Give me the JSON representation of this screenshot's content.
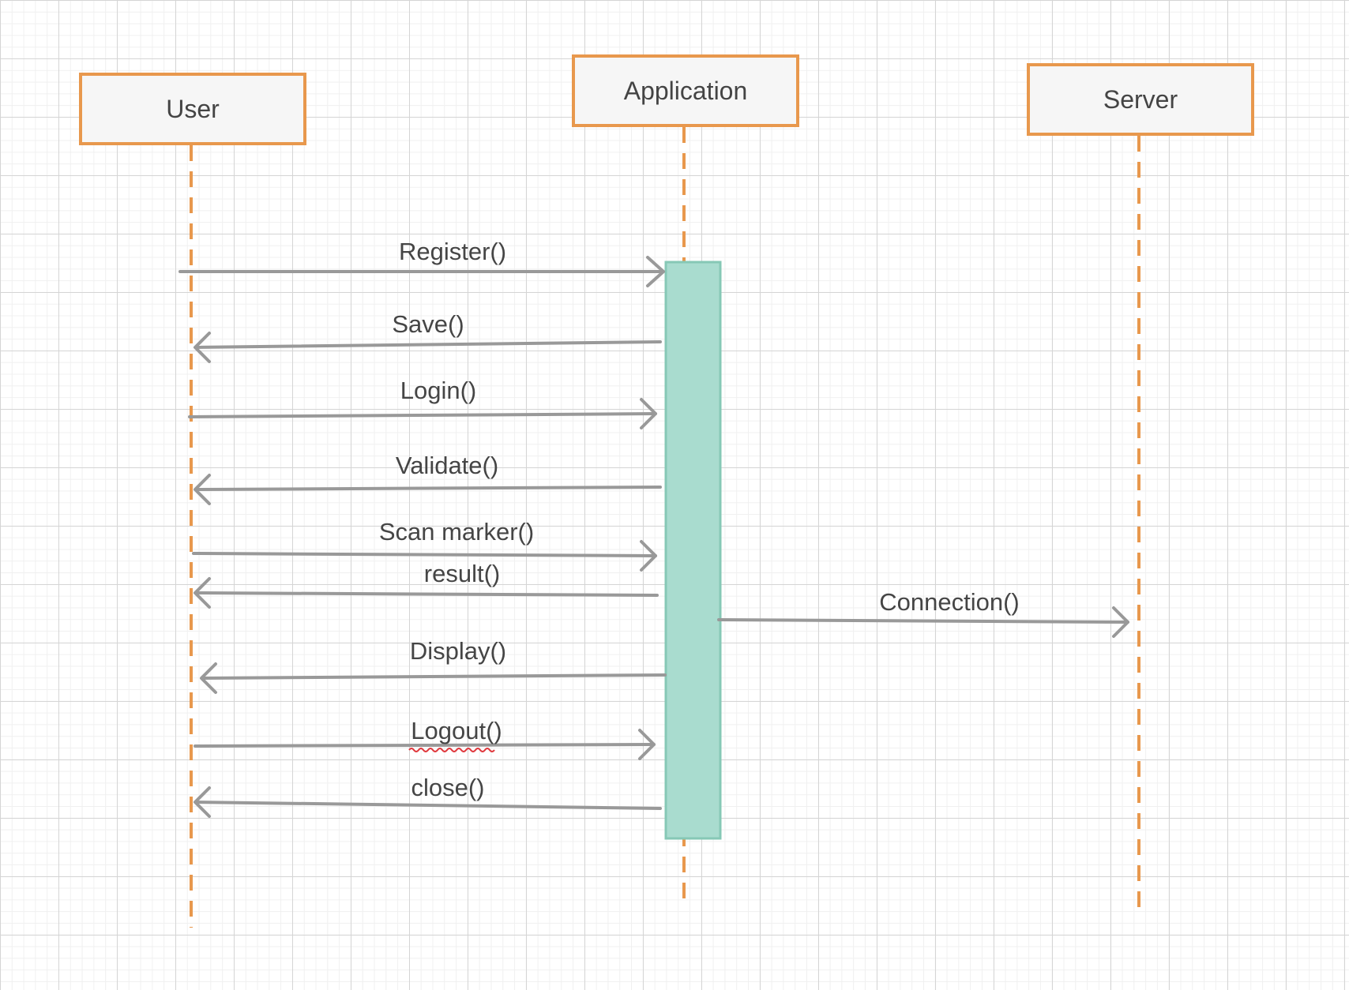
{
  "lifelines": [
    {
      "id": "user",
      "name": "User"
    },
    {
      "id": "app",
      "name": "Application"
    },
    {
      "id": "server",
      "name": "Server"
    }
  ],
  "messages": [
    {
      "id": "register",
      "label": "Register()",
      "from": "User",
      "to": "Application"
    },
    {
      "id": "save",
      "label": "Save()",
      "from": "Application",
      "to": "User"
    },
    {
      "id": "login",
      "label": "Login()",
      "from": "User",
      "to": "Application"
    },
    {
      "id": "validate",
      "label": "Validate()",
      "from": "Application",
      "to": "User"
    },
    {
      "id": "scan",
      "label": "Scan marker()",
      "from": "User",
      "to": "Application"
    },
    {
      "id": "result",
      "label": "result()",
      "from": "Application",
      "to": "User"
    },
    {
      "id": "connection",
      "label": "Connection()",
      "from": "Application",
      "to": "Server"
    },
    {
      "id": "display",
      "label": "Display()",
      "from": "Application",
      "to": "User"
    },
    {
      "id": "logout",
      "label": "Logout()",
      "from": "User",
      "to": "Application"
    },
    {
      "id": "close",
      "label": "close()",
      "from": "Application",
      "to": "User"
    }
  ],
  "colors": {
    "lifeline_border": "#e8984d",
    "lifeline_fill": "#f6f6f6",
    "activation_fill": "#a9dccf",
    "activation_border": "#86c8b6",
    "arrow": "#999999",
    "grid": "#d5d5d5",
    "spellcheck_underline": "#e0393e"
  }
}
